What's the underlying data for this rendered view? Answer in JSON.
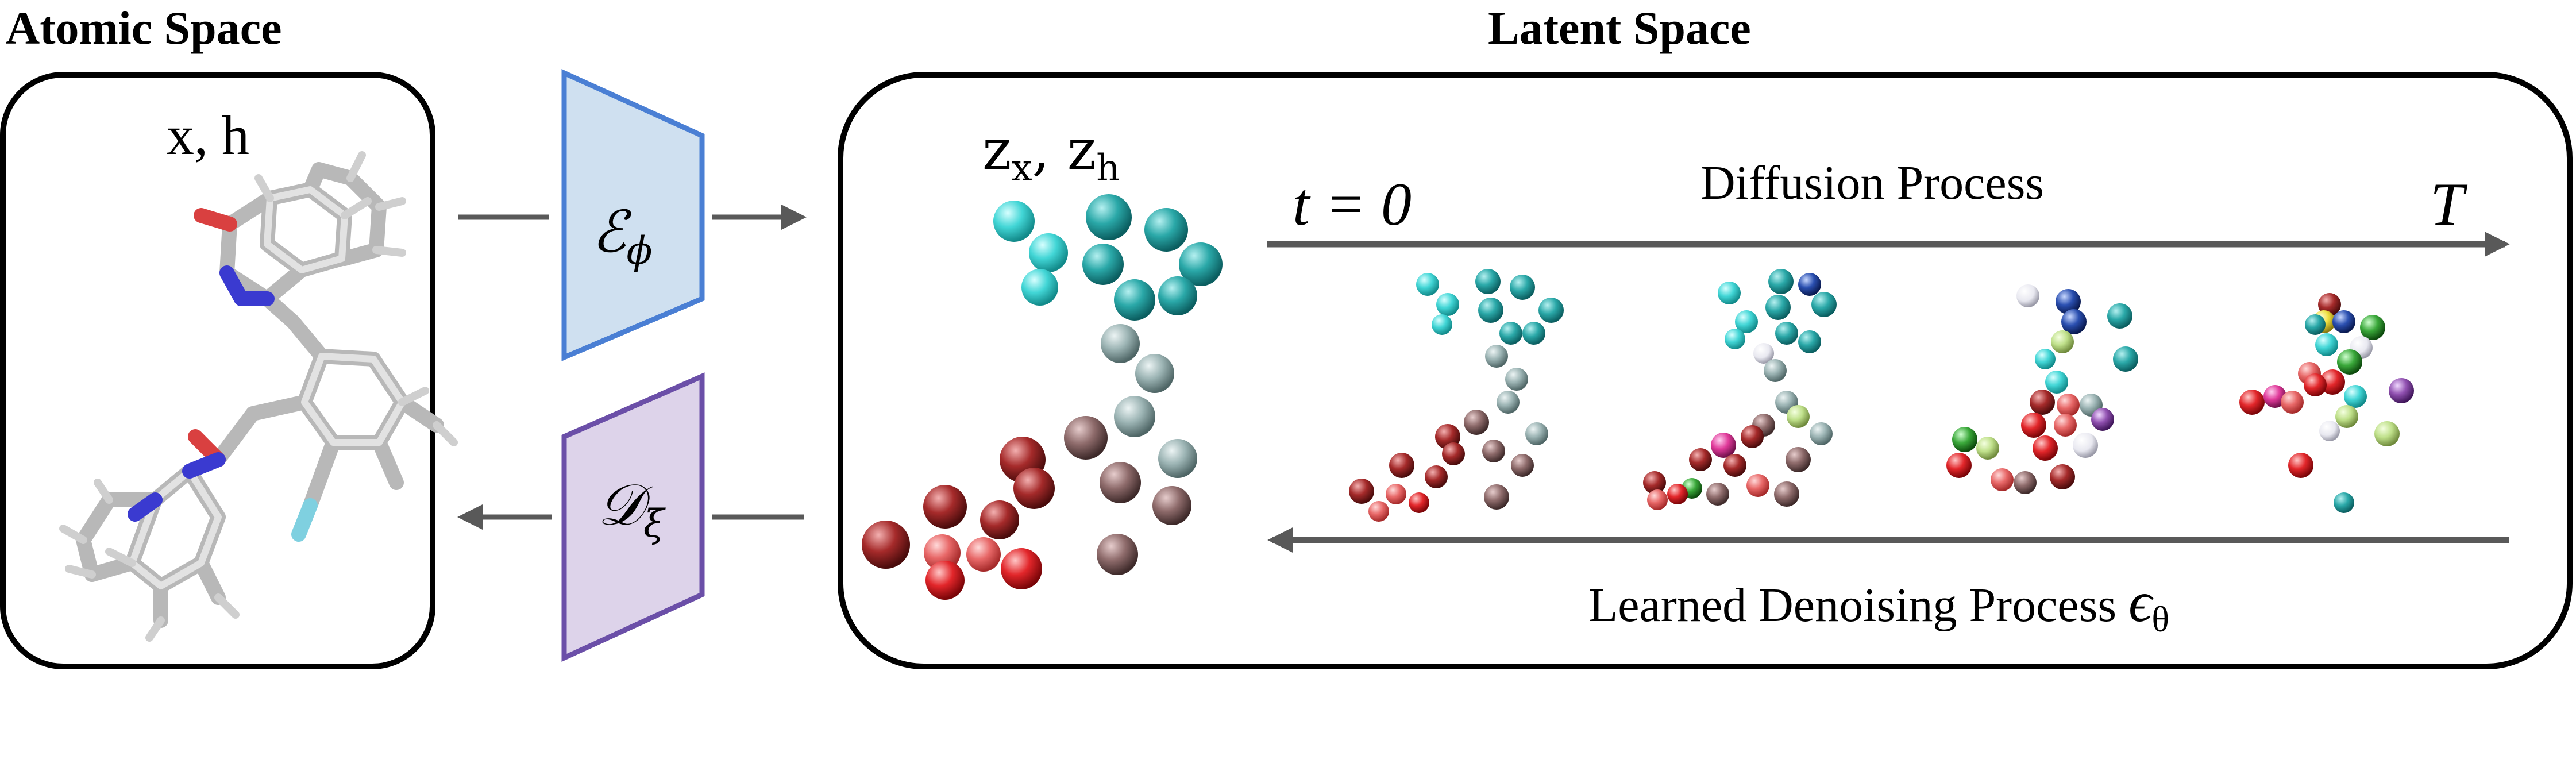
{
  "titles": {
    "atomic": "Atomic Space",
    "latent": "Latent Space"
  },
  "atomic": {
    "variables": "x, h"
  },
  "encoder": {
    "symbol": "ℰ",
    "subscript": "ϕ",
    "color": "#4a7fd4",
    "fill": "#cfe0f0"
  },
  "decoder": {
    "symbol": "𝒟",
    "subscript": "ξ",
    "color": "#6b4fa8",
    "fill": "#ddd3ea"
  },
  "latent": {
    "variables_z": "z",
    "sub_x": "x",
    "sub_h": "h",
    "t_start": "t = 0",
    "t_end": "T",
    "diffusion_label": "Diffusion Process",
    "denoising_label": "Learned Denoising Process",
    "epsilon": "ϵ",
    "epsilon_sub": "θ"
  }
}
